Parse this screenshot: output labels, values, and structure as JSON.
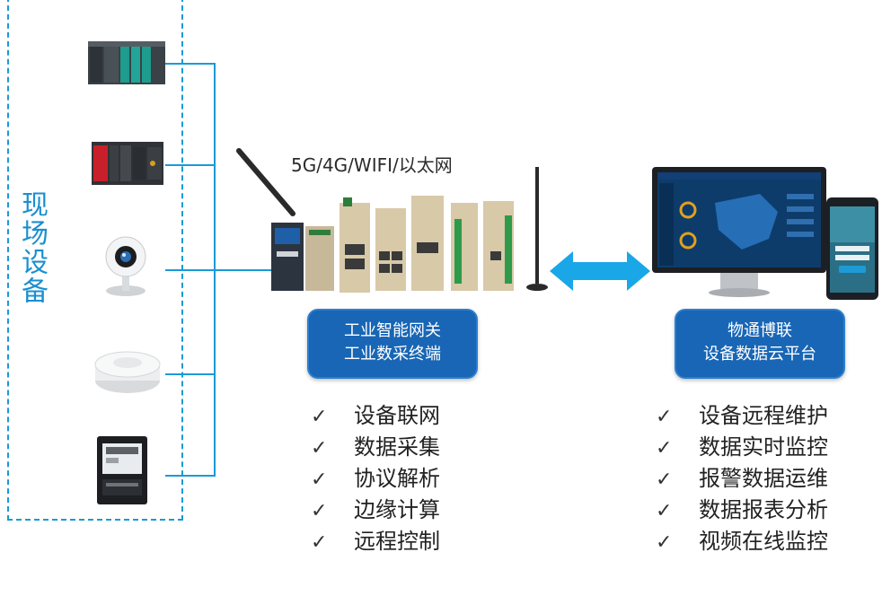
{
  "field": {
    "label": "现场设备"
  },
  "network_label": "5G/4G/WIFI/以太网",
  "gateway_box": {
    "line1": "工业智能网关",
    "line2": "工业数采终端"
  },
  "cloud_box": {
    "line1": "物通博联",
    "line2": "设备数据云平台"
  },
  "check_symbol": "✓",
  "gateway_features": [
    "设备联网",
    "数据采集",
    "协议解析",
    "边缘计算",
    "远程控制"
  ],
  "cloud_features": [
    "设备远程维护",
    "数据实时监控",
    "报警数据运维",
    "数据报表分析",
    "视频在线监控"
  ],
  "colors": {
    "accent": "#1a9ad6",
    "box": "#1866b5",
    "arrow": "#1aa7e8"
  },
  "icons": [
    "plc-rack-icon",
    "plc-controller-icon",
    "webcam-icon",
    "smoke-detector-icon",
    "electric-meter-icon",
    "gateway-devices-icon",
    "bidirectional-arrow-icon",
    "monitor-dashboard-icon",
    "phone-app-icon"
  ]
}
